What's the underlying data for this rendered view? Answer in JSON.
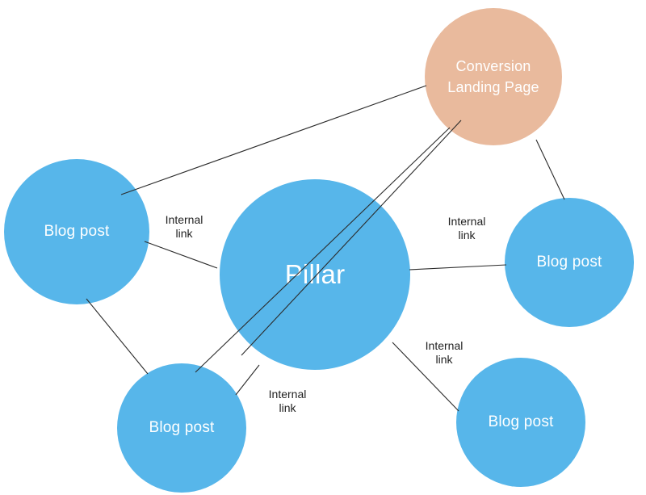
{
  "nodes": {
    "pillar": {
      "label": "Pillar"
    },
    "conversion_landing_page": {
      "label": "Conversion Landing Page"
    },
    "blog_post_left": {
      "label": "Blog post"
    },
    "blog_post_right": {
      "label": "Blog post"
    },
    "blog_post_bottom_left": {
      "label": "Blog post"
    },
    "blog_post_bottom_right": {
      "label": "Blog post"
    }
  },
  "edge_label": "Internal link",
  "colors": {
    "node_blue": "#57B6EA",
    "node_peach": "#E9BA9D",
    "node_text": "#FFFFFF",
    "edge_line": "#2B2B2B",
    "edge_label_text": "#1F1F1F",
    "background": "#FFFFFF"
  }
}
